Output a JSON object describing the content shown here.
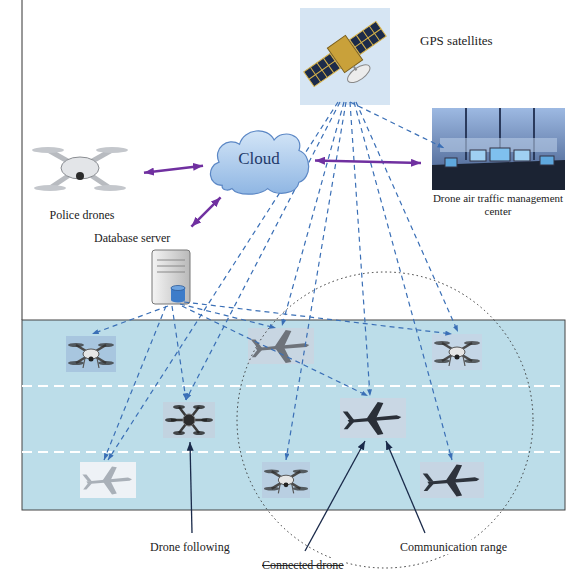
{
  "diagram": {
    "nodes": [
      {
        "text": [
          "GPS satellites"
        ]
      },
      {
        "text": [
          "Police drones"
        ]
      },
      {
        "text": [
          "Cloud"
        ]
      },
      {
        "text": [
          "Drone air traffic management center"
        ]
      },
      {
        "text": [
          "Database server"
        ]
      }
    ],
    "edges": [
      {
        "from": 1,
        "to": 2,
        "arrow": "both"
      },
      {
        "from": 2,
        "to": 3,
        "arrow": "both"
      },
      {
        "from": 4,
        "to": 2,
        "arrow": "both"
      }
    ],
    "labels": [
      "Drone following",
      "Connected drone",
      "Communication range"
    ]
  }
}
